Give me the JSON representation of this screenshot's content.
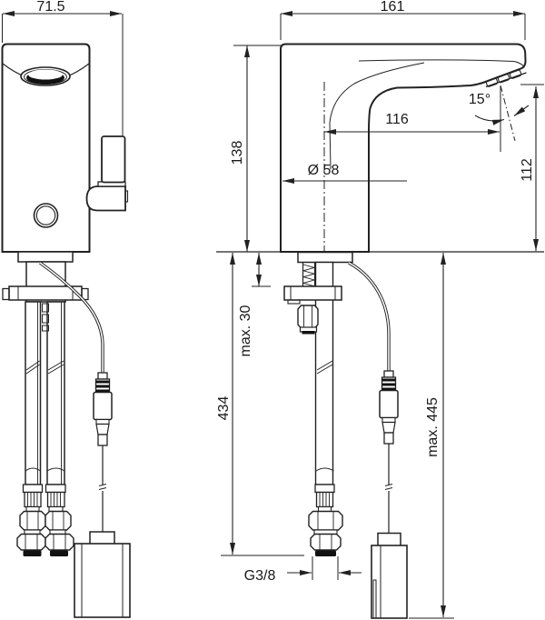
{
  "page": {
    "background": "#ffffff",
    "line_color": "#222222",
    "description": "Technical dimension drawing of a sensor basin mixer tap, front view (left) and side view (right) with supply hoses, sensor cable plug and battery box"
  },
  "dimensions": {
    "front_width": "71.5",
    "overall_depth": "161",
    "body_height": "138",
    "base_diameter": "Ø 58",
    "spout_reach": "116",
    "sensor_angle": "15°",
    "spout_height": "112",
    "deck_thickness": "max. 30",
    "hose_length": "434",
    "cable_length": "max. 445",
    "connection_thread": "G3/8"
  }
}
